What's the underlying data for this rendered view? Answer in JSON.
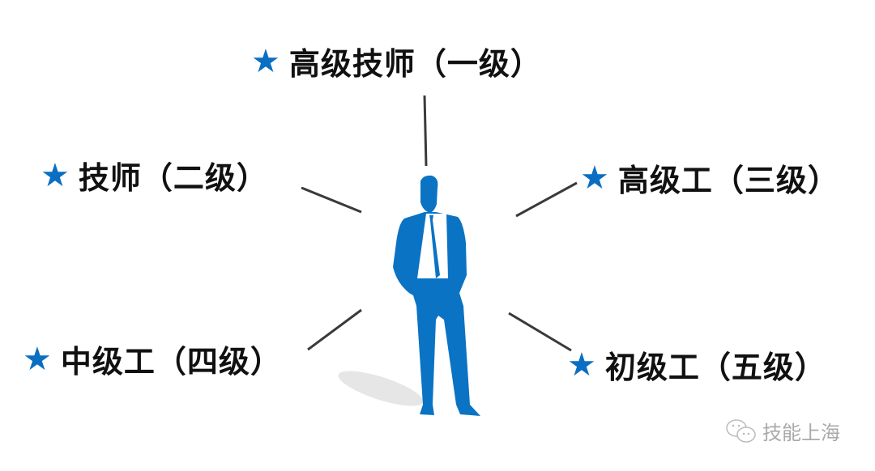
{
  "center_figure": "businessman-silhouette",
  "colors": {
    "accent": "#0a6fc2",
    "line": "#3a3a3a",
    "text": "#111111"
  },
  "levels": [
    {
      "icon": "star-icon",
      "label": "高级技师（一级）"
    },
    {
      "icon": "star-icon",
      "label": "技师（二级）"
    },
    {
      "icon": "star-icon",
      "label": "高级工（三级）"
    },
    {
      "icon": "star-icon",
      "label": "中级工（四级）"
    },
    {
      "icon": "star-icon",
      "label": "初级工（五级）"
    }
  ],
  "watermark": {
    "icon": "wechat-icon",
    "text": "技能上海"
  }
}
